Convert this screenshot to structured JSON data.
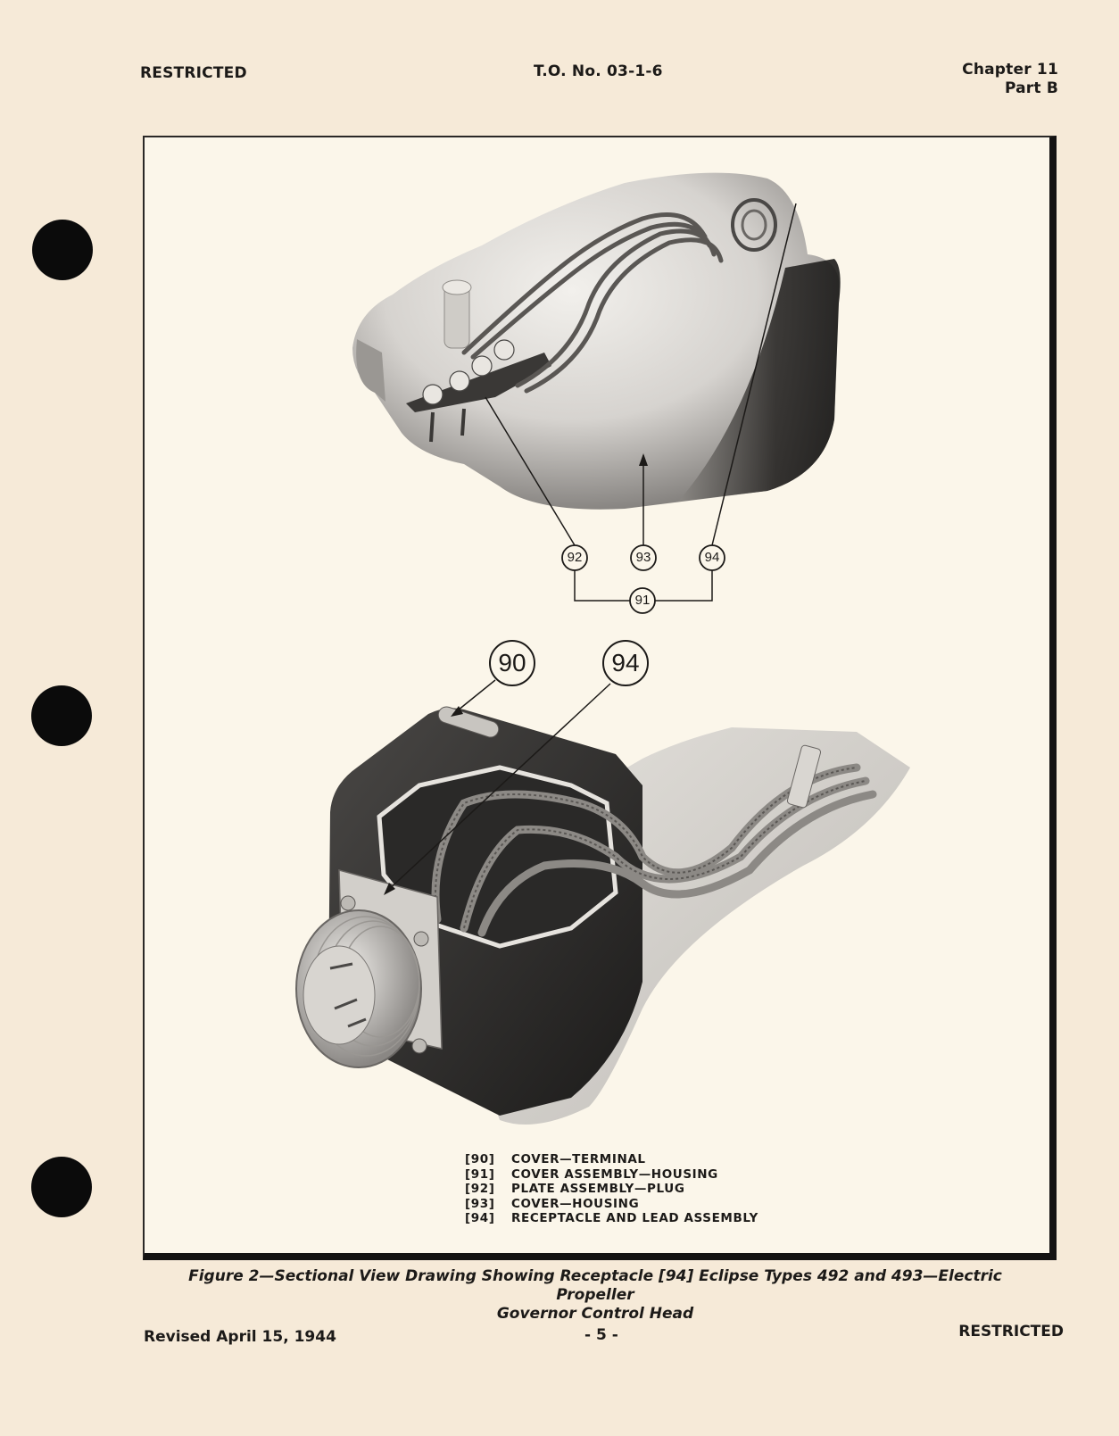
{
  "header": {
    "left": "RESTRICTED",
    "center": "T.O. No. 03-1-6",
    "right_line1": "Chapter 11",
    "right_line2": "Part B"
  },
  "figure": {
    "callouts_upper": [
      {
        "id": "92",
        "label": "92"
      },
      {
        "id": "93",
        "label": "93"
      },
      {
        "id": "94",
        "label": "94"
      },
      {
        "id": "91",
        "label": "91"
      }
    ],
    "callouts_lower": [
      {
        "id": "90",
        "label": "90"
      },
      {
        "id": "94",
        "label": "94"
      }
    ],
    "upper_illustration": "Governor control head cover housing with plug plate and receptacle leads",
    "lower_illustration": "Sectional view of terminal cover with receptacle and lead assembly",
    "legend": [
      {
        "num": "[90]",
        "text": "COVER—TERMINAL"
      },
      {
        "num": "[91]",
        "text": "COVER ASSEMBLY—HOUSING"
      },
      {
        "num": "[92]",
        "text": "PLATE ASSEMBLY—PLUG"
      },
      {
        "num": "[93]",
        "text": "COVER—HOUSING"
      },
      {
        "num": "[94]",
        "text": "RECEPTACLE AND LEAD ASSEMBLY"
      }
    ],
    "caption_line1": "Figure 2—Sectional View Drawing Showing Receptacle [94] Eclipse Types 492 and 493—Electric Propeller",
    "caption_line2": "Governor Control Head"
  },
  "footer": {
    "left": "Revised April 15, 1944",
    "center": "- 5 -",
    "right": "RESTRICTED"
  },
  "colors": {
    "paper": "#f6ead8",
    "figure_bg": "#fbf6ea",
    "ink": "#1c1a18"
  }
}
